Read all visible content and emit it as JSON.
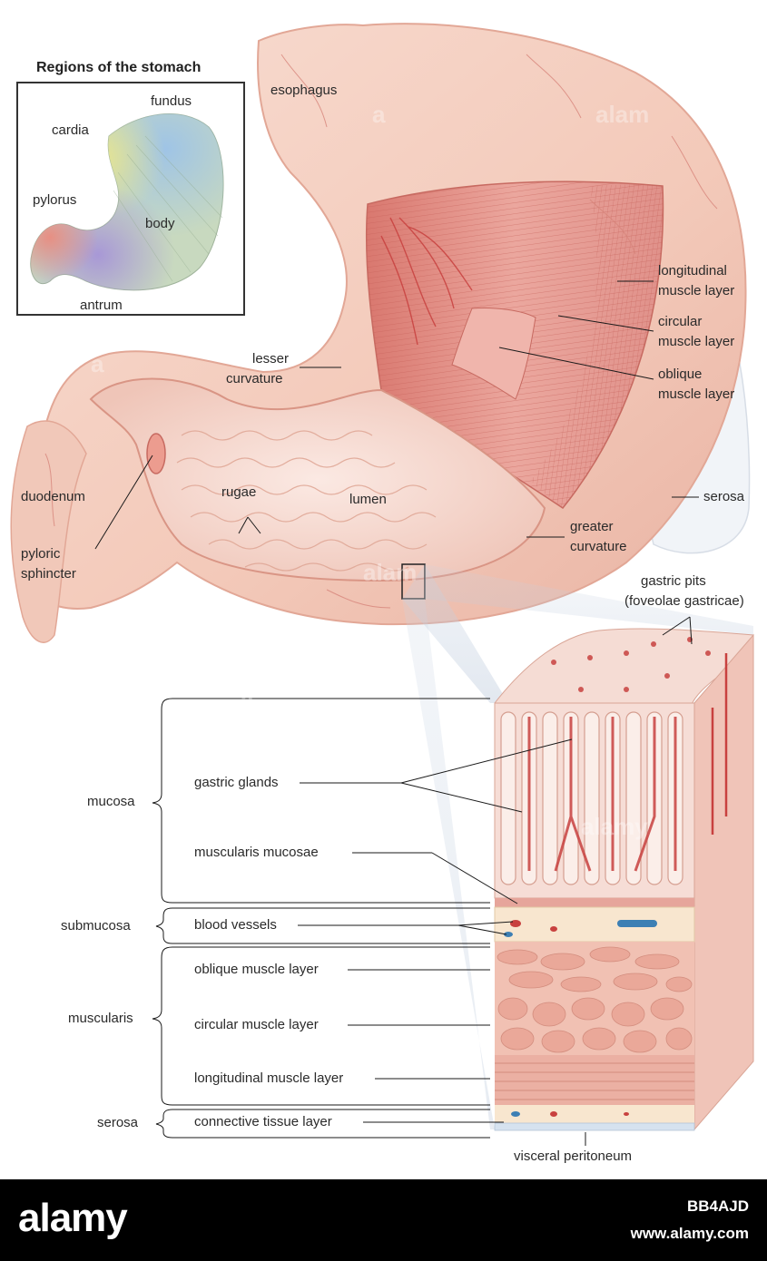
{
  "inset": {
    "title": "Regions of the stomach",
    "labels": {
      "fundus": "fundus",
      "cardia": "cardia",
      "pylorus": "pylorus",
      "body": "body",
      "antrum": "antrum"
    }
  },
  "stomach": {
    "esophagus": "esophagus",
    "longitudinal_1": "longitudinal",
    "longitudinal_2": "muscle layer",
    "circular_1": "circular",
    "circular_2": "muscle layer",
    "oblique_1": "oblique",
    "oblique_2": "muscle layer",
    "lesser_1": "lesser",
    "lesser_2": "curvature",
    "duodenum": "duodenum",
    "rugae": "rugae",
    "lumen": "lumen",
    "pyloric_1": "pyloric",
    "pyloric_2": "sphincter",
    "greater_1": "greater",
    "greater_2": "curvature",
    "serosa": "serosa"
  },
  "section": {
    "pits_1": "gastric pits",
    "pits_2": "(foveolae gastricae)",
    "mucosa": "mucosa",
    "submucosa": "submucosa",
    "muscularis": "muscularis",
    "serosa": "serosa",
    "gastric_glands": "gastric glands",
    "muscularis_mucosae": "muscularis mucosae",
    "blood_vessels": "blood vessels",
    "oblique_muscle": "oblique muscle layer",
    "circular_muscle": "circular muscle layer",
    "longitudinal_muscle": "longitudinal muscle layer",
    "connective": "connective tissue layer",
    "visceral": "visceral peritoneum"
  },
  "footer": {
    "brand": "alamy",
    "image_id": "BB4AJD",
    "site": "www.alamy.com"
  },
  "colors": {
    "skin": "#f3cfc0",
    "muscle": "#e08f86",
    "mucosa": "#f4d6ce",
    "vessel": "#c8413f",
    "footer": "#000000"
  }
}
